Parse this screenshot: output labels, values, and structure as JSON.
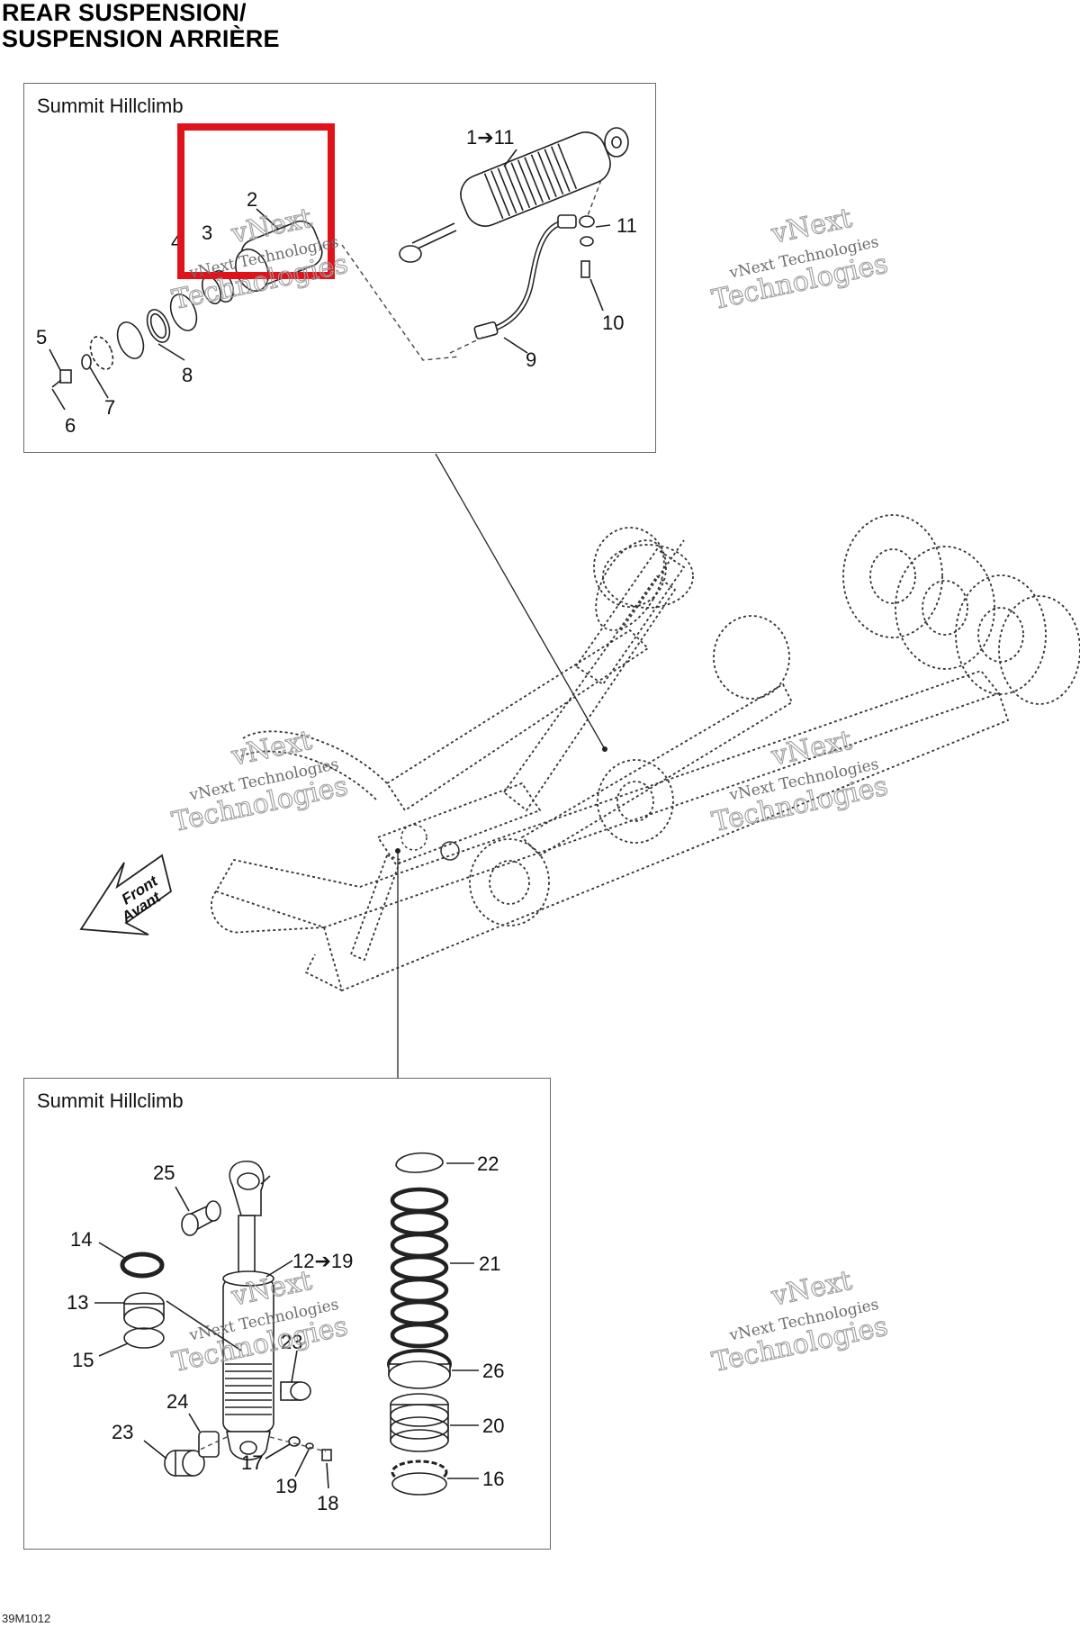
{
  "header": {
    "title_line1": "REAR SUSPENSION/",
    "title_line2": "SUSPENSION ARRIÈRE"
  },
  "top_inset": {
    "title": "Summit Hillclimb",
    "callouts": [
      "2",
      "3",
      "4",
      "1➔11",
      "11",
      "10",
      "9",
      "5",
      "6",
      "7",
      "8"
    ]
  },
  "bottom_inset": {
    "title": "Summit Hillclimb",
    "callouts": [
      "25",
      "14",
      "13",
      "15",
      "12➔19",
      "23",
      "24",
      "23",
      "17",
      "19",
      "18",
      "22",
      "21",
      "26",
      "20",
      "16"
    ]
  },
  "direction_arrow": {
    "line1": "Front",
    "line2": "Avant"
  },
  "watermark": {
    "line1": "vNext Technologies",
    "line2": "vNext",
    "line3": "Technologies"
  },
  "figure_code": "39M1012",
  "highlight": {
    "color": "#e0131a"
  }
}
